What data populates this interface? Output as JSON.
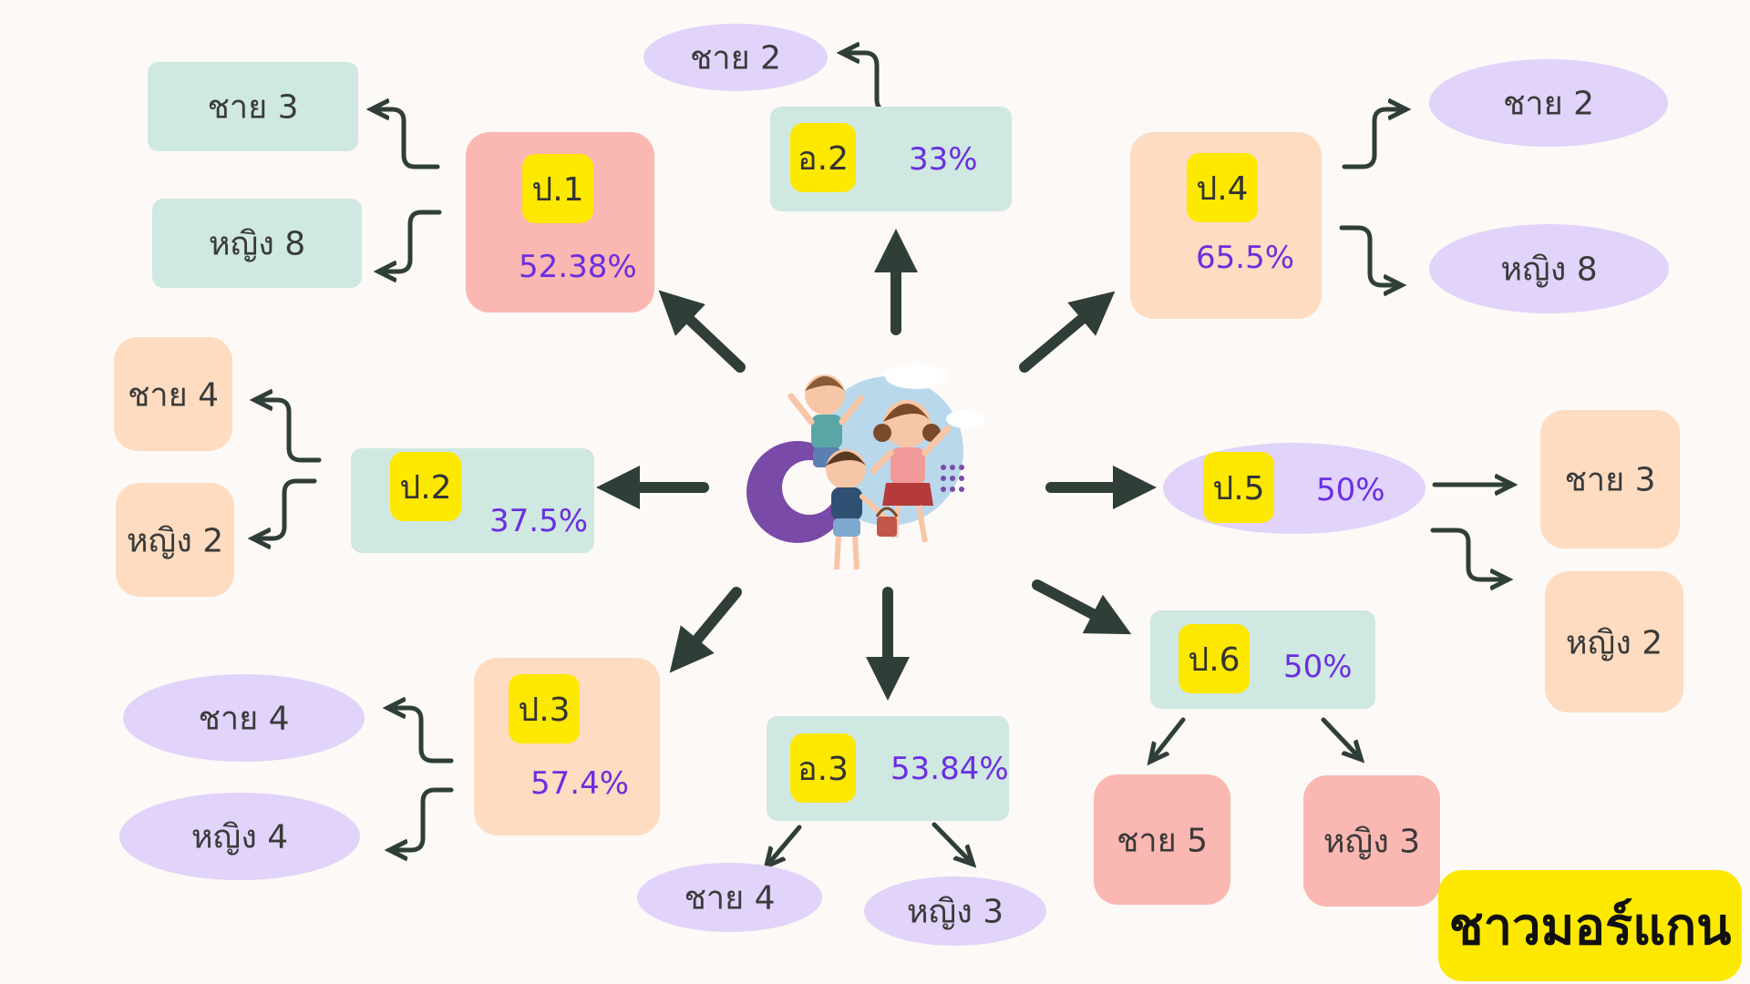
{
  "center": {
    "illustration": "three-children-jumping-illustration",
    "lines": [
      {
        "label": "ป.1",
        "percent": "52.38%",
        "male": "ชาย 3",
        "female": "หญิง 8"
      },
      {
        "label": "อ.2",
        "percent": "33%",
        "male": "ชาย 2"
      },
      {
        "label": "ป.4",
        "percent": "65.5%",
        "male": "ชาย 2",
        "female": "หญิง 8"
      },
      {
        "label": "ป.2",
        "percent": "37.5%",
        "male": "ชาย 4",
        "female": "หญิง 2"
      },
      {
        "label": "ป.5",
        "percent": "50%",
        "male": "ชาย 3",
        "female": "หญิง 2"
      },
      {
        "label": "ป.3",
        "percent": "57.4%",
        "male": "ชาย 4",
        "female": "หญิง 4"
      },
      {
        "label": "อ.3",
        "percent": "53.84%",
        "male": "ชาย 4",
        "female": "หญิง 3"
      },
      {
        "label": "ป.6",
        "percent": "50%",
        "male": "ชาย 5",
        "female": "หญิง 3"
      }
    ]
  },
  "title": "ชาวมอร์แกน",
  "colors": {
    "teal": "#cfe8e1",
    "peach": "#fddcc1",
    "pink": "#fbb7b1",
    "lilac": "#e1d3fa",
    "badge": "#fde800",
    "percent": "#6a2fe0",
    "arrow": "#2f3f38"
  }
}
